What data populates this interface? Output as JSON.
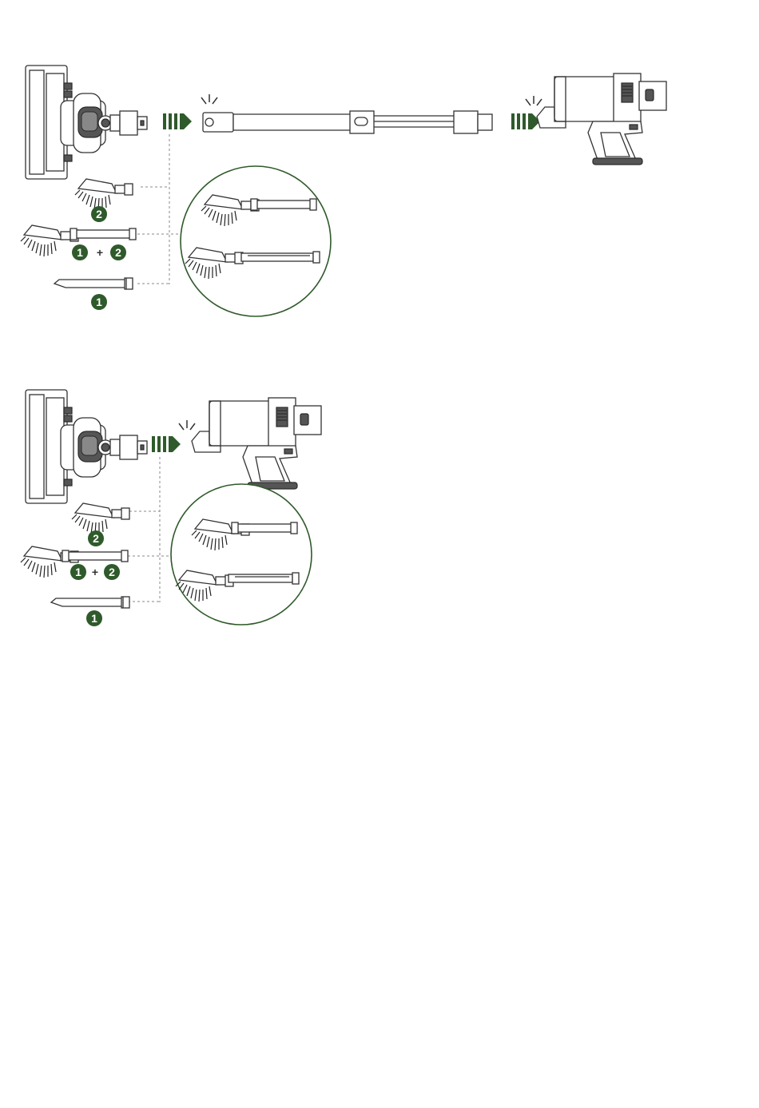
{
  "colors": {
    "accent_green": "#2f5a2b",
    "line": "#333333",
    "fill_dark": "#555555",
    "background": "#ffffff"
  },
  "badges": {
    "one": "1",
    "two": "2",
    "plus": "+"
  },
  "sections": [
    {
      "id": "with-extension-tube",
      "attachments": [
        {
          "type": "wide-brush",
          "labels": [
            "2"
          ]
        },
        {
          "type": "wide-brush-with-extension",
          "labels": [
            "1",
            "2"
          ]
        },
        {
          "type": "crevice-tool",
          "labels": [
            "1"
          ]
        }
      ]
    },
    {
      "id": "without-extension-tube",
      "attachments": [
        {
          "type": "wide-brush",
          "labels": [
            "2"
          ]
        },
        {
          "type": "wide-brush-with-extension",
          "labels": [
            "1",
            "2"
          ]
        },
        {
          "type": "crevice-tool",
          "labels": [
            "1"
          ]
        }
      ]
    }
  ]
}
